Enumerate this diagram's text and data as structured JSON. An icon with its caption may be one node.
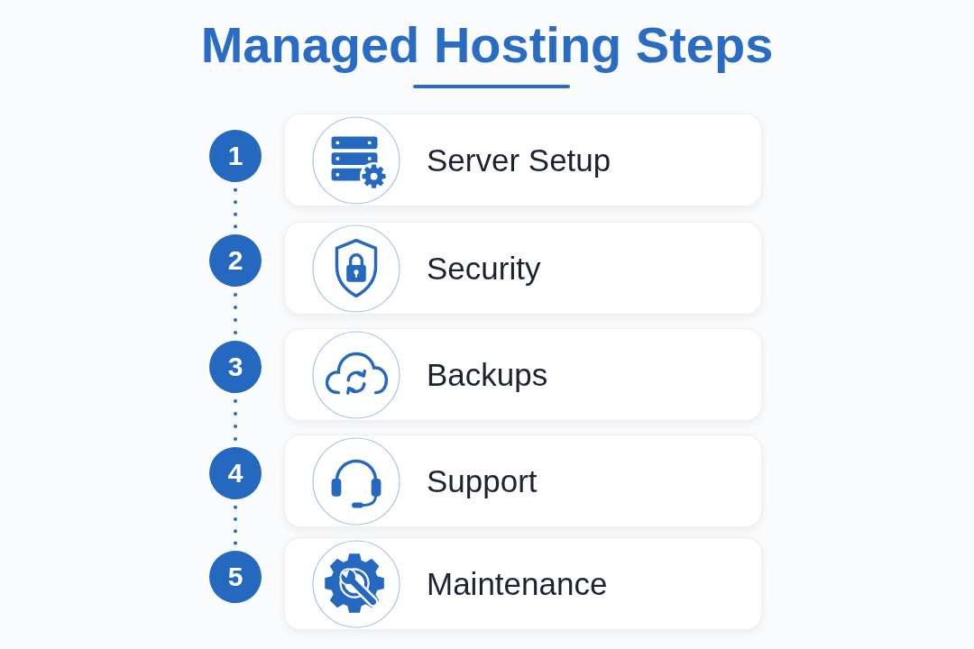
{
  "diagram": {
    "title": "Managed Hosting Steps",
    "nodes": [
      {
        "text": [
          "1"
        ]
      },
      {
        "text": [
          "Server Setup"
        ]
      },
      {
        "text": [
          "2"
        ]
      },
      {
        "text": [
          "Security"
        ]
      },
      {
        "text": [
          "3"
        ]
      },
      {
        "text": [
          "Backups"
        ]
      },
      {
        "text": [
          "4"
        ]
      },
      {
        "text": [
          "Support"
        ]
      },
      {
        "text": [
          "5"
        ]
      },
      {
        "text": [
          "Maintenance"
        ]
      }
    ],
    "edges": [
      {
        "from": 0,
        "to": 2,
        "arrow": "none",
        "style": "dashed"
      },
      {
        "from": 2,
        "to": 4,
        "arrow": "none",
        "style": "dashed"
      },
      {
        "from": 4,
        "to": 6,
        "arrow": "none",
        "style": "dashed"
      },
      {
        "from": 6,
        "to": 8,
        "arrow": "none",
        "style": "dashed"
      }
    ]
  }
}
